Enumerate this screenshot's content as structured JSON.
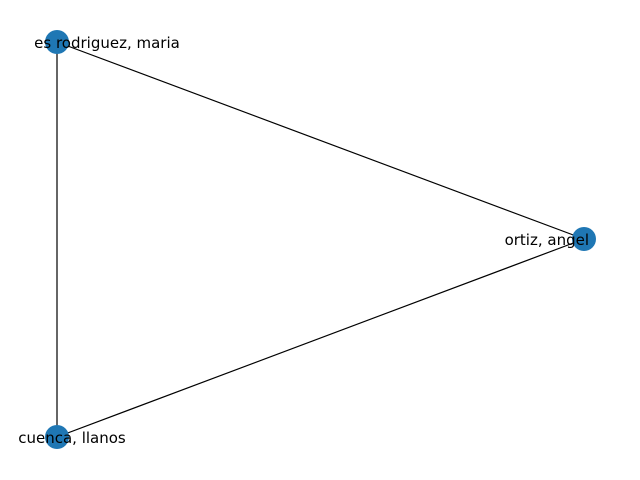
{
  "graph": {
    "node_color": "#1f77b4",
    "edge_color": "#000000",
    "nodes": [
      {
        "id": "n1",
        "label": "es rodriguez, maria"
      },
      {
        "id": "n2",
        "label": "ortiz, angel"
      },
      {
        "id": "n3",
        "label": "cuenca, llanos"
      }
    ],
    "edges": [
      {
        "from": "n1",
        "to": "n2"
      },
      {
        "from": "n1",
        "to": "n3"
      },
      {
        "from": "n3",
        "to": "n2"
      }
    ]
  }
}
